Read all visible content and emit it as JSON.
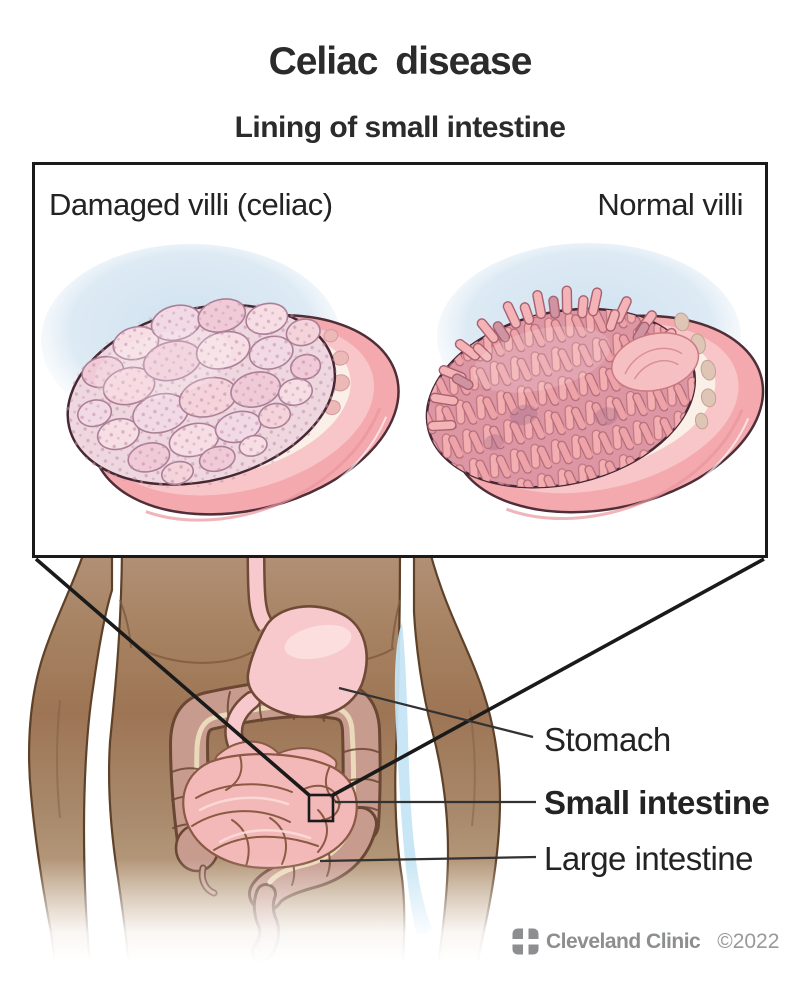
{
  "header": {
    "title": "Celiac disease",
    "subtitle": "Lining of small intestine"
  },
  "inset": {
    "damaged_label": "Damaged villi (celiac)",
    "normal_label": "Normal villi"
  },
  "anatomy": {
    "stomach_label": "Stomach",
    "small_intestine_label": "Small intestine",
    "large_intestine_label": "Large intestine"
  },
  "footer": {
    "brand": "Cleveland Clinic",
    "copyright": "©2022"
  },
  "icons": {
    "logo": "cleveland-clinic-squares-logo"
  },
  "colors": {
    "ink": "#2b2b2b",
    "box_border": "#1a1a1a",
    "leader_line": "#323232",
    "skin": "#a5805f",
    "skin_outline": "#5e4129",
    "blue_shadow": "#c6e5f5",
    "villi_backdrop_blue": "#d5e4f0",
    "stomach_pink": "#f7c9cc",
    "small_intestine_pink": "#f3b9b8",
    "large_intestine_mauve": "#c79b8e",
    "taenia_cream": "#ead9ba",
    "organ_outline": "#6a4733",
    "intestine_wall_pink": "#f3a9ae",
    "damaged_villi_pale": "#f0d3dc",
    "normal_villi_pink": "#f2abae",
    "logo_gray": "#8c8e90"
  }
}
